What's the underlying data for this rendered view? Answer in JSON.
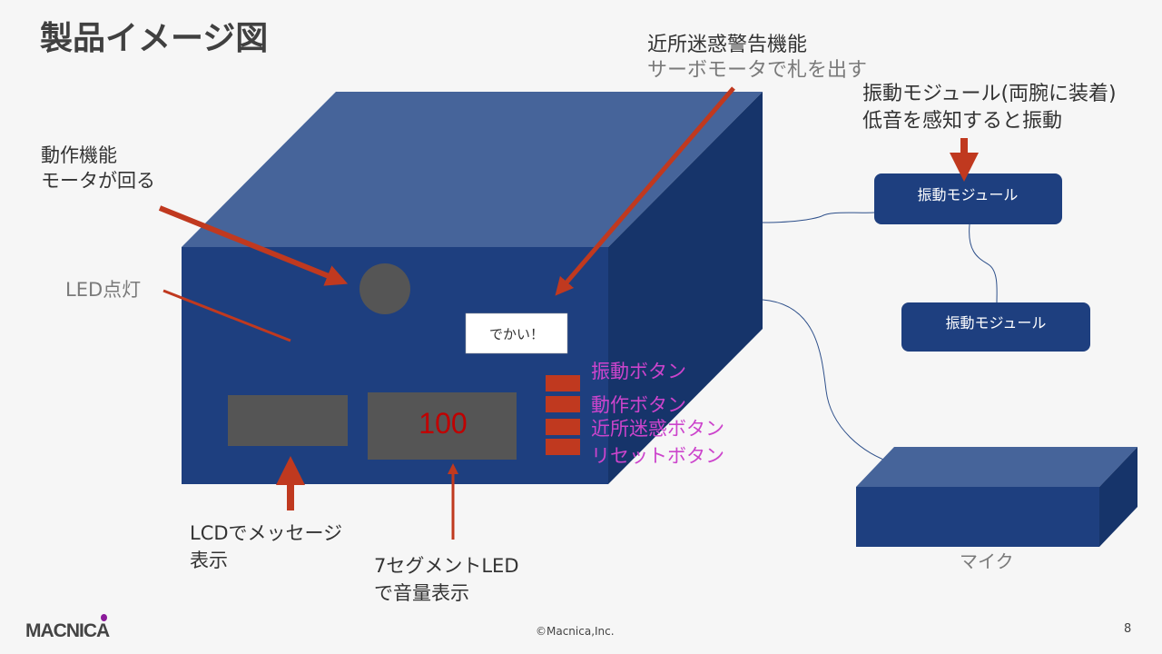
{
  "title": "製品イメージ図",
  "device": {
    "display_label": "でかい！",
    "seven_seg_value": "100",
    "buttons": [
      "振動ボタン",
      "動作ボタン",
      "近所迷惑ボタン",
      "リセットボタン"
    ]
  },
  "annotations": {
    "motor": [
      "動作機能",
      "モータが回る"
    ],
    "led": "LED点灯",
    "servo": [
      "近所迷惑警告機能",
      "サーボモータで札を出す"
    ],
    "vibration": [
      "振動モジュール(両腕に装着)",
      "低音を感知すると振動"
    ],
    "lcd": [
      "LCDでメッセージ",
      "表示"
    ],
    "seven_seg": [
      "7セグメントLED",
      "で音量表示"
    ],
    "mic": "マイク"
  },
  "modules": [
    "振動モジュール",
    "振動モジュール"
  ],
  "footer": {
    "logo": "MACNICA",
    "copyright": "©Macnica,Inc.",
    "page": "8"
  },
  "colors": {
    "front": "#1e3f7f",
    "top": "#46649a",
    "side": "#16346a",
    "arrow": "#c0391f",
    "button_text": "#cc44cc"
  }
}
